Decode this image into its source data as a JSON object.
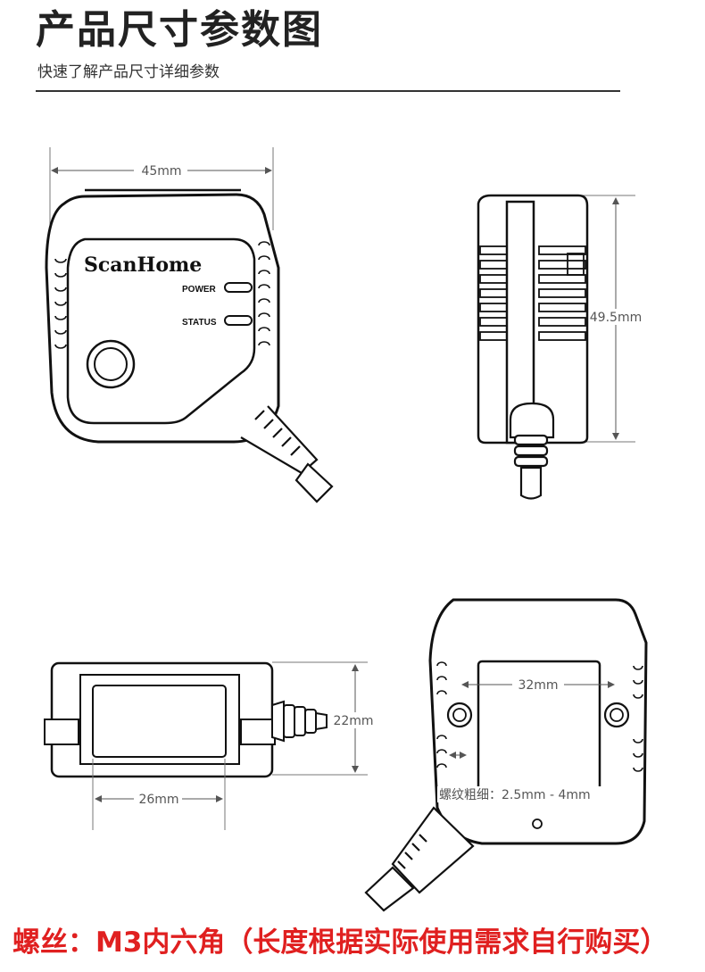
{
  "header": {
    "title": "产品尺寸参数图",
    "subtitle": "快速了解产品尺寸详细参数"
  },
  "front_view": {
    "brand": "ScanHome",
    "power_label": "POWER",
    "status_label": "STATUS",
    "width_dim": "45mm"
  },
  "side_view": {
    "height_dim": "49.5mm"
  },
  "bottom_view": {
    "thickness_dim": "22mm",
    "window_dim": "26mm"
  },
  "back_view": {
    "hole_spacing_dim": "32mm",
    "thread_note": "螺纹粗细：2.5mm - 4mm"
  },
  "footer": {
    "screw_note": "螺丝：M3内六角（长度根据实际使用需求自行购买）"
  },
  "colors": {
    "note": "#e02020",
    "line": "#111111",
    "dimension": "#555555"
  }
}
